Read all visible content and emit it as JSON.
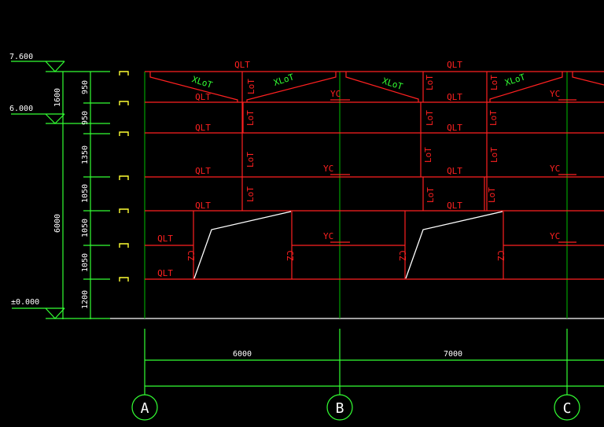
{
  "drawing": {
    "type": "structural-elevation",
    "colors": {
      "background": "#000000",
      "dimension": "#33ff33",
      "grid_axis": "#00a000",
      "beam": "#ff2020",
      "text_white": "#ffffff",
      "bracket": "#ffff33",
      "stair": "#ffffff"
    },
    "elevations": [
      {
        "label": "7.600"
      },
      {
        "label": "6.000"
      },
      {
        "label": "±0.000"
      }
    ],
    "outer_dimension": {
      "segments": [
        "1600",
        "6000"
      ]
    },
    "inner_dimension": {
      "segments": [
        "950",
        "950",
        "1350",
        "1050",
        "1050",
        "1050",
        "1200"
      ]
    },
    "axes": [
      {
        "label": "A"
      },
      {
        "label": "B"
      },
      {
        "label": "C"
      }
    ],
    "bay_dimensions": [
      "6000",
      "7000"
    ],
    "labels": {
      "qlt": "QLT",
      "xlot": "XLoT",
      "lot": "LoT",
      "yc": "YC",
      "cz": "CZ"
    }
  }
}
